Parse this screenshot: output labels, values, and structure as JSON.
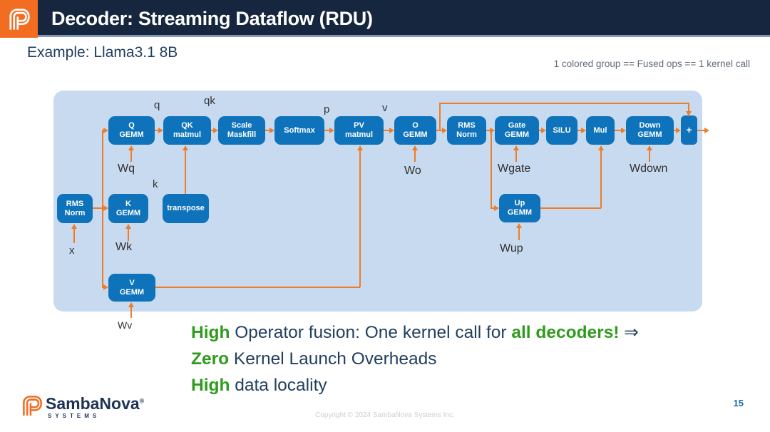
{
  "header": {
    "title": "Decoder: Streaming Dataflow (RDU)",
    "logo_icon": "sambanova-s-mark"
  },
  "subtitle": "Example: Llama3.1 8B",
  "legend_note": "1 colored group == Fused ops == 1 kernel call",
  "diagram": {
    "nodes": {
      "q_gemm": {
        "label": "Q\nGEMM"
      },
      "qk_matmul": {
        "label": "QK\nmatmul"
      },
      "scale_maskfill": {
        "label": "Scale\nMaskfill"
      },
      "softmax": {
        "label": "Softmax"
      },
      "pv_matmul": {
        "label": "PV\nmatmul"
      },
      "o_gemm": {
        "label": "O\nGEMM"
      },
      "rms_norm_top": {
        "label": "RMS\nNorm"
      },
      "gate_gemm": {
        "label": "Gate\nGEMM"
      },
      "silu": {
        "label": "SiLU"
      },
      "mul": {
        "label": "Mul"
      },
      "down_gemm": {
        "label": "Down\nGEMM"
      },
      "plus": {
        "label": "+"
      },
      "rms_norm_left": {
        "label": "RMS\nNorm"
      },
      "k_gemm": {
        "label": "K\nGEMM"
      },
      "transpose": {
        "label": "transpose"
      },
      "up_gemm": {
        "label": "Up\nGEMM"
      },
      "v_gemm": {
        "label": "V\nGEMM"
      }
    },
    "edge_labels": {
      "q": "q",
      "qk": "qk",
      "p": "p",
      "v": "v",
      "k": "k",
      "x": "x",
      "wq": "Wq",
      "wk": "Wk",
      "wv": "Wv",
      "wo": "Wo",
      "wgate": "Wgate",
      "wdown": "Wdown",
      "wup": "Wup"
    },
    "colors": {
      "node_blue": "#0e73bb",
      "arrow_orange": "#ef7d27",
      "panel_blue": "#c8daf0"
    }
  },
  "takeaways": {
    "line1": {
      "h1": "High",
      "t1": " Operator fusion: One kernel call for ",
      "h2": "all decoders!",
      "t2": " ⇒"
    },
    "line2": {
      "h1": "Zero",
      "t1": " Kernel Launch Overheads"
    },
    "line3": {
      "h1": "High",
      "t1": " data locality"
    }
  },
  "footer": {
    "brand": "SambaNova",
    "brand_mark": "®",
    "brand_sub": "SYSTEMS",
    "logo_icon": "sambanova-s-mark",
    "copyright": "Copyright © 2024 SambaNova Systems Inc.",
    "page_number": "15"
  },
  "colors": {
    "header_navy": "#16263e",
    "header_underline": "#8496ba",
    "brand_orange": "#f26d21",
    "accent_green": "#2e9b1d",
    "body_navy": "#223f5e",
    "page_number_blue": "#1a6ab0"
  }
}
